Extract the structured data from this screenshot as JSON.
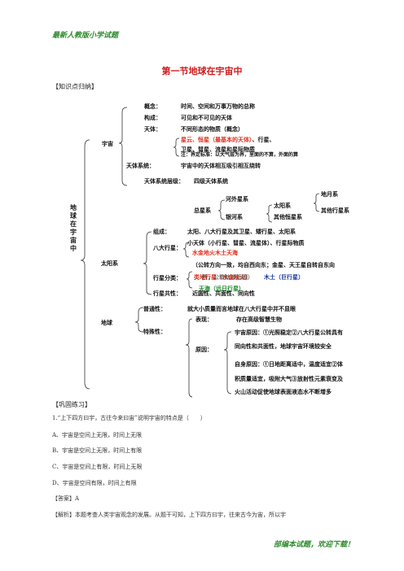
{
  "header": {
    "top_banner": "最新人教版小学试题",
    "bottom_banner": "部编本试题，欢迎下载！"
  },
  "title": "第一节地球在宇宙中",
  "section_summary": "【知识点归纳】",
  "mindmap": {
    "root": "地球在宇宙中",
    "universe": {
      "label": "宇宙",
      "concept_label": "概念：",
      "concept_text": "时间、空间和万事万物的总称",
      "composition_label": "构成：",
      "composition_text": "可见和不可见的天体",
      "body_label": "天体：",
      "body_text": "不同形态的物质（概念）",
      "body_types_1a": "星云、恒星（最基本的天体）",
      "body_types_1b": "、行星、",
      "body_types_2": "卫星、彗星、流星和星际物质",
      "body_note": "注：界定标准：以大气层为界，里面的不算，外面的算",
      "system_label": "天体系统：",
      "system_text": "宇宙中的天体相互吸引相互绕转",
      "level_label": "天体系统层级：",
      "level_text": "四级天体系统",
      "total": "总星系",
      "milky_out": "河外星系",
      "milky": "银河系",
      "sun_sys": "太阳系",
      "other_star": "其他恒星系",
      "earth_moon": "地月系",
      "other_planet": "其他行星系"
    },
    "solar": {
      "label": "太阳系",
      "comp_label": "组成：",
      "comp_text": "太阳、八大行星及其卫星、矮行星、太阳系",
      "small_bodies": "小天体（小行星、彗星、流星体）、行星际物质",
      "eight_label": "八大行星：",
      "eight_red_1": "水金地火木土",
      "eight_red_2": "天海",
      "motion": "（公转方向一致，均自西向东；金星、天王星自转自东向",
      "class_label": "行星分类：",
      "class_red": "类地行星（水金地火）",
      "class_overlap": "西，公转轨道近圆）",
      "class_blue": "木土（巨行星）",
      "class_green": "天海（远日行星）",
      "common_label": "行星共性：",
      "common_text": "近圆性、共面性、同向性"
    },
    "earth": {
      "label": "地球",
      "common_label": "普通性：",
      "common_text": "就大小质量而言地球在八大行星中并不显眼",
      "special_label": "特殊性：",
      "show_label": "表现：",
      "show_text": "存在高级智慧生物",
      "reason_label": "原因：",
      "r1a": "宇宙原因：①光照稳定②八大行星公转具有",
      "r1b": "同向性和共面性，地球宇宙环境较安全",
      "r2a": "自身原因：①日地距离适中，温度适宜②体",
      "r2b": "积质量适宜，吸附大气③放射性元素衰变及",
      "r2c": "火山活动促使地球表面液态水不断增多"
    }
  },
  "section_practice": "【巩固练习】",
  "question": {
    "stem": "1.“上下四方曰宇，古往今来曰宙”说明宇宙的特点是（　　）",
    "options": [
      "A、宇宙是空间上无限，时间上无限",
      "B、宇宙是空间上无限，时间上有限",
      "C、宇宙是空间上有限，时间上无限",
      "D、宇宙是空间有限，时间上有限"
    ],
    "answer": "【答案】A",
    "analysis": "【解析】本题考查人类宇宙观念的发展。从题干可知，上下四方曰宇，往来古今为宙，所以宇"
  }
}
